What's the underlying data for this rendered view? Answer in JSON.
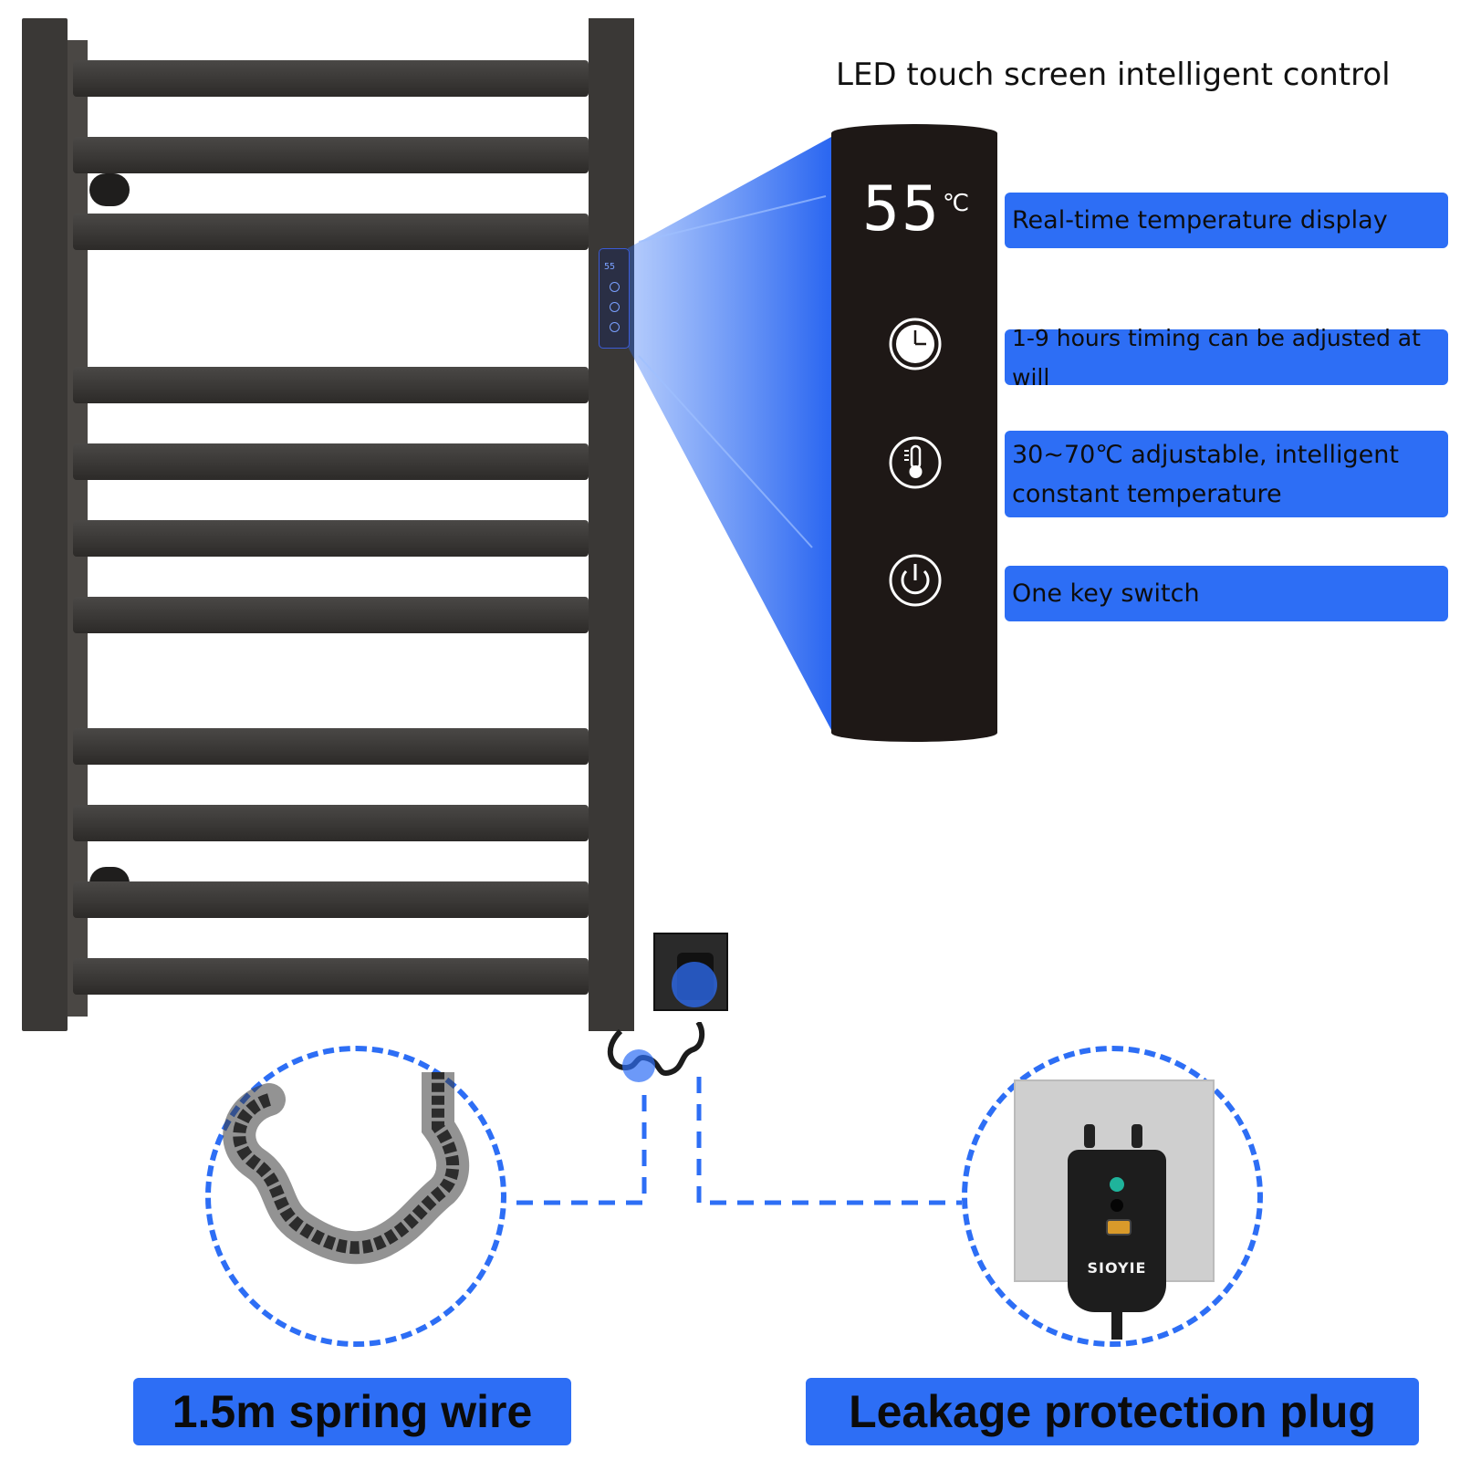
{
  "headline": "LED touch screen intelligent control",
  "panel": {
    "temperature": "55",
    "unit": "℃",
    "icons": [
      "clock-icon",
      "thermometer-icon",
      "power-icon"
    ]
  },
  "mini_panel": {
    "temperature": "55"
  },
  "features": [
    "Real-time temperature display",
    "1-9 hours timing can be adjusted at will",
    "30~70℃ adjustable, intelligent constant temperature",
    "One key switch"
  ],
  "plug": {
    "brand": "SIOYIE"
  },
  "captions": {
    "spring_wire": "1.5m spring wire",
    "leakage_plug": "Leakage protection plug"
  },
  "colors": {
    "accent_blue": "#2d6ef5",
    "rail": "#3a3836",
    "panel_bg": "#1e1816"
  }
}
